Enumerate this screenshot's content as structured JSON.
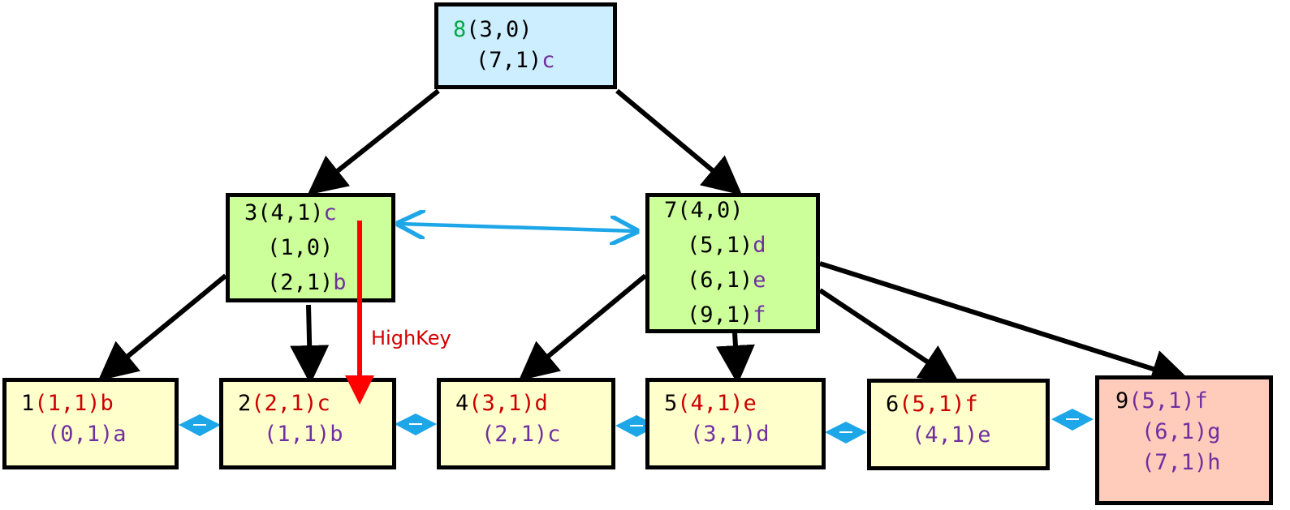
{
  "colors": {
    "root_fill": "#cceeff",
    "internal_fill": "#ccff99",
    "leaf_fill": "#ffffcc",
    "new_leaf_fill": "#ffccbb",
    "green_num": "#00aa44",
    "red": "#cc0000",
    "purple": "#7030a0",
    "black": "#000000",
    "blue": "#1ea7e8"
  },
  "nodes": {
    "n8": {
      "lines": [
        {
          "id": "8",
          "text": "(3,0)",
          "key": ""
        },
        {
          "id": "",
          "text": "(7,1)",
          "key": "c"
        }
      ]
    },
    "n3": {
      "lines": [
        {
          "id": "3",
          "text": "(4,1)",
          "key": "c"
        },
        {
          "id": "",
          "text": "(1,0)",
          "key": ""
        },
        {
          "id": "",
          "text": "(2,1)",
          "key": "b"
        }
      ]
    },
    "n7": {
      "lines": [
        {
          "id": "7",
          "text": "(4,0)",
          "key": ""
        },
        {
          "id": "",
          "text": "(5,1)",
          "key": "d"
        },
        {
          "id": "",
          "text": "(6,1)",
          "key": "e"
        },
        {
          "id": "",
          "text": "(9,1)",
          "key": "f"
        }
      ]
    },
    "n1": {
      "lines": [
        {
          "id": "1",
          "text": "(1,1)",
          "key": "b"
        },
        {
          "id": "",
          "text": "(0,1)",
          "key": "a"
        }
      ]
    },
    "n2": {
      "lines": [
        {
          "id": "2",
          "text": "(2,1)",
          "key": "c"
        },
        {
          "id": "",
          "text": "(1,1)",
          "key": "b"
        }
      ]
    },
    "n4": {
      "lines": [
        {
          "id": "4",
          "text": "(3,1)",
          "key": "d"
        },
        {
          "id": "",
          "text": "(2,1)",
          "key": "c"
        }
      ]
    },
    "n5": {
      "lines": [
        {
          "id": "5",
          "text": "(4,1)",
          "key": "e"
        },
        {
          "id": "",
          "text": "(3,1)",
          "key": "d"
        }
      ]
    },
    "n6": {
      "lines": [
        {
          "id": "6",
          "text": "(5,1)",
          "key": "f"
        },
        {
          "id": "",
          "text": "(4,1)",
          "key": "e"
        }
      ]
    },
    "n9": {
      "lines": [
        {
          "id": "9",
          "text": "(5,1)",
          "key": "f"
        },
        {
          "id": "",
          "text": "(6,1)",
          "key": "g"
        },
        {
          "id": "",
          "text": "(7,1)",
          "key": "h"
        }
      ]
    }
  },
  "highkey_label": "HighKey"
}
